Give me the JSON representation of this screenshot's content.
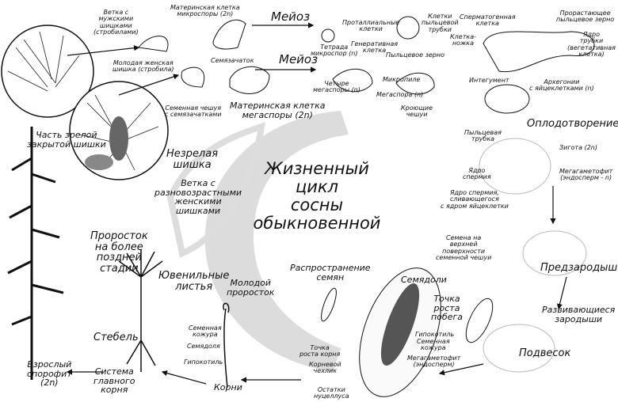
{
  "title": "Жизненный\nцикл\nсосны обыкновенной",
  "colors": {
    "ink": "#111111",
    "background_swirl": "#d9d9d9"
  },
  "labels": [
    "Ветка с\nмужскими\nшишками\n(стробилами)",
    "Материнская клетка\nмикроспоры (2n)",
    "Мейоз",
    "Тетрада\nмикроспор (n)",
    "Проталлиальные\nклетки",
    "Генеративная\nклетка",
    "Клетки\nпыльцевой\nтрубки",
    "Пыльцевое зерно",
    "Сперматогенная\nклетка",
    "Клетка-\nножка",
    "Прорастающее\nпыльцевое зерно",
    "Ядро\nтрубки\n(вегетативная\nклетка)",
    "Молодая женская\nшишка (стробила)",
    "Семязачаток",
    "Мейоз",
    "Четыре\nмегаспоры (n)",
    "Микропиле",
    "Мегаспора (n)",
    "Кроющие\nчешуи",
    "Интегумент",
    "Архегонии\nс яйцеклетками (n)",
    "Семенная чешуя\nс семязачатками",
    "Материнская клетка\nмегаспоры (2n)",
    "Часть зрелой\nзакрытой шишки",
    "Оплодотворение",
    "Пыльцевая\nтрубка",
    "Зигота (2n)",
    "Незрелая\nшишка",
    "Ядро\nспермия",
    "Мегагаметофит\n(эндосперм - n)",
    "Ветка с\nразновозрастными\nженскими\nшишками",
    "Ядро спермия,\nсливающегося\nс ядром яйцеклетки",
    "Проросток\nна более\nпоздней\nстадии",
    "Семена на\nверхней\nповерхности\nсеменной чешуи",
    "Предзародыши",
    "Ювенильные\nлистья",
    "Молодой\nпроросток",
    "Распространение\nсемян",
    "Семядоли",
    "Точка\nроста\nпобега",
    "Развивающиеся\nзародыши",
    "Стебель",
    "Семенная\nкожура",
    "Семядоля",
    "Гипокотиль",
    "Гипокотиль",
    "Семенная\nкожура",
    "Точка\nроста корня",
    "Корневой\nчехлик",
    "Мегагаметофит\n(эндосперм)",
    "Подвесок",
    "Взрослый\nспорофит\n(2n)",
    "Система\nглавного\nкорня",
    "Корни",
    "Остатки\nнуцеллуса"
  ]
}
